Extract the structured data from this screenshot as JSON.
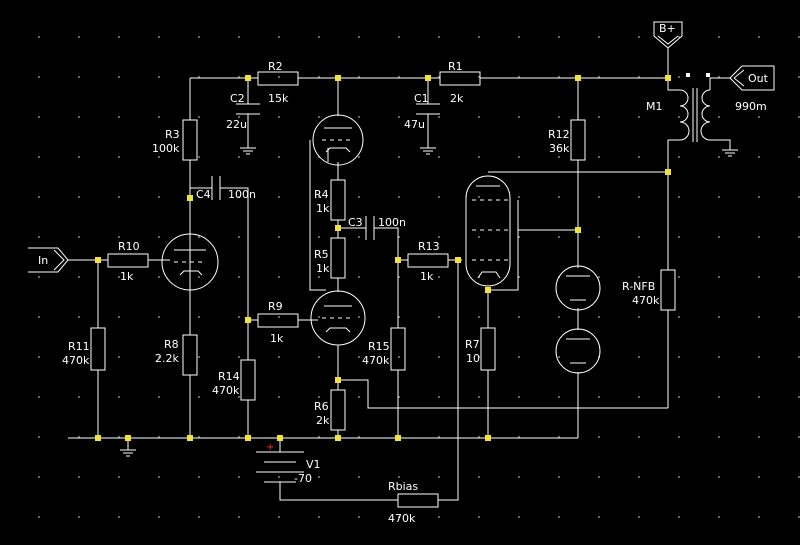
{
  "colors": {
    "background": "#000000",
    "wire": "#ffffff",
    "junction": "#f2e33c",
    "polarity_mark": "#ff3030"
  },
  "ports": {
    "input": "In",
    "output": "Out",
    "supply": "B+"
  },
  "transformer": {
    "name": "M1",
    "value": "990m"
  },
  "components": {
    "R1": {
      "name": "R1",
      "value": "2k"
    },
    "R2": {
      "name": "R2",
      "value": "15k"
    },
    "R3": {
      "name": "R3",
      "value": "100k"
    },
    "R4": {
      "name": "R4",
      "value": "1k"
    },
    "R5": {
      "name": "R5",
      "value": "1k"
    },
    "R6": {
      "name": "R6",
      "value": "2k"
    },
    "R7": {
      "name": "R7",
      "value": "10"
    },
    "R8": {
      "name": "R8",
      "value": "2.2k"
    },
    "R9": {
      "name": "R9",
      "value": "1k"
    },
    "R10": {
      "name": "R10",
      "value": "1k"
    },
    "R11": {
      "name": "R11",
      "value": "470k"
    },
    "R12": {
      "name": "R12",
      "value": "36k"
    },
    "R13": {
      "name": "R13",
      "value": "1k"
    },
    "R14": {
      "name": "R14",
      "value": "470k"
    },
    "R15": {
      "name": "R15",
      "value": "470k"
    },
    "RNFB": {
      "name": "R-NFB",
      "value": "470k"
    },
    "Rbias": {
      "name": "Rbias",
      "value": "470k"
    },
    "C1": {
      "name": "C1",
      "value": "47u"
    },
    "C2": {
      "name": "C2",
      "value": "22u"
    },
    "C3": {
      "name": "C3",
      "value": "100n"
    },
    "C4": {
      "name": "C4",
      "value": "100n"
    },
    "V1": {
      "name": "V1",
      "value": "-70",
      "polarity": "+"
    }
  }
}
